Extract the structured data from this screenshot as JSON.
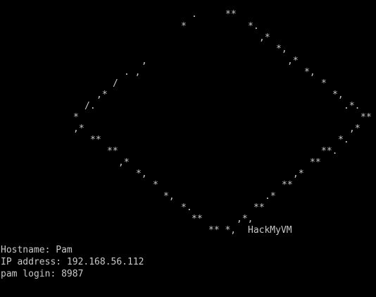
{
  "screen": {
    "background_color": "#000000",
    "text_color": "#c8c8c8"
  },
  "banner": {
    "art": [
      ".",
      "**",
      "*",
      "*.",
      ",*",
      "*,",
      ",",
      ",*",
      ". ,",
      "*,",
      "/",
      "*",
      ",*",
      "*,",
      "/.",
      ".*.",
      "*",
      "**",
      ",*",
      ",*",
      "**",
      "*.",
      "**",
      "**.",
      ",*",
      "**",
      "*,",
      ",*",
      "*",
      "**",
      "*,",
      ".*",
      "*.",
      "**",
      "**",
      ",*,",
      "** *,",
      "HackMyVM"
    ]
  },
  "console_info": {
    "hostname_line": "Hostname: Pam",
    "ip_line": "IP address: 192.168.56.112",
    "login_line": "pam login: 8987"
  }
}
